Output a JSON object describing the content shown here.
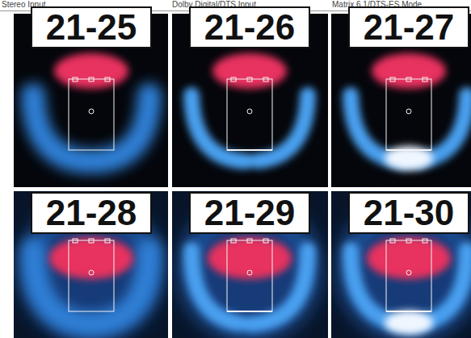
{
  "diagram": {
    "nodes": [
      {
        "text": [
          "21-25"
        ]
      },
      {
        "text": [
          "21-26"
        ]
      },
      {
        "text": [
          "21-27"
        ]
      },
      {
        "text": [
          "21-28"
        ]
      },
      {
        "text": [
          "21-29"
        ]
      },
      {
        "text": [
          "21-30"
        ]
      }
    ],
    "labels": [
      "Stereo Input",
      "Dolby Digital/DTS Input",
      "Matrix 6.1/DTS-ES Mode"
    ]
  }
}
